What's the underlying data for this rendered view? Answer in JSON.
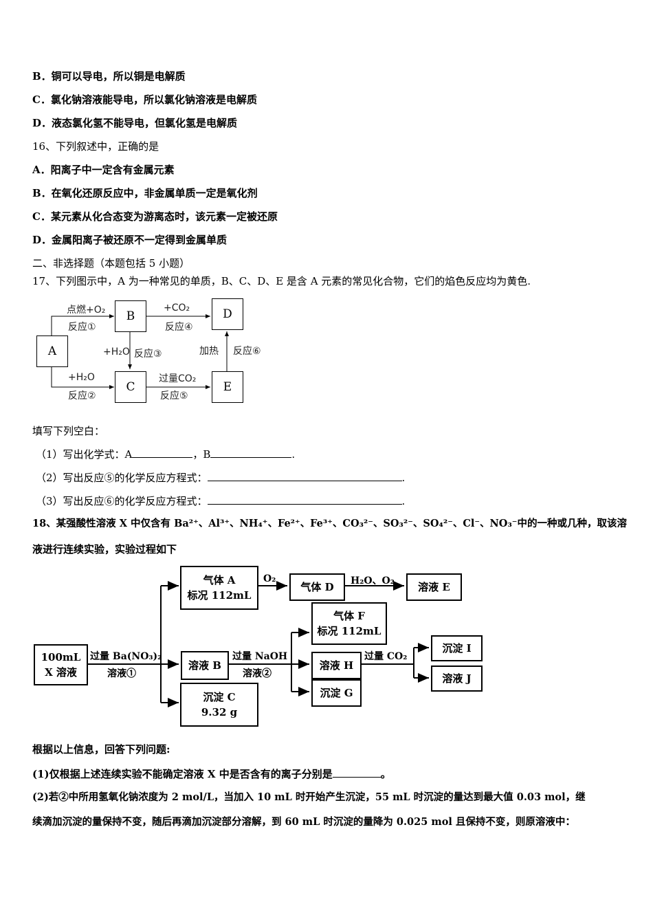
{
  "lines": {
    "q15_b": "B．铜可以导电，所以铜是电解质",
    "q15_c": "C．氯化钠溶液能导电，所以氯化钠溶液是电解质",
    "q15_d": "D．液态氯化氢不能导电，但氯化氢是电解质",
    "q16_stem": "16、下列叙述中，正确的是",
    "q16_a": "A．阳离子中一定含有金属元素",
    "q16_b": "B．在氧化还原反应中，非金属单质一定是氧化剂",
    "q16_c": "C．某元素从化合态变为游离态时，该元素一定被还原",
    "q16_d": "D．金属阳离子被还原不一定得到金属单质",
    "section2": "二、非选择题（本题包括 5 小题）",
    "q17_stem": "17、下列图示中，A 为一种常见的单质，B、C、D、E 是含 A 元素的常见化合物，它们的焰色反应均为黄色.",
    "fill_prompt": "填写下列空白：",
    "q17_1_a": "（1）写出化学式：A",
    "q17_1_b": "，B",
    "q17_1_end": ".",
    "q17_2": "（2）写出反应⑤的化学反应方程式：",
    "q17_2_end": ".",
    "q17_3": "（3）写出反应⑥的化学反应方程式：",
    "q17_3_end": ".",
    "q18_stem_1": "18、某强酸性溶液 X 中仅含有 Ba²⁺、Al³⁺、NH₄⁺、Fe²⁺、Fe³⁺、CO₃²⁻、SO₃²⁻、SO₄²⁻、Cl⁻、NO₃⁻中的一种或几种，取该溶",
    "q18_stem_2": "液进行连续实验，实验过程如下",
    "q18_prompt": "根据以上信息，回答下列问题:",
    "q18_1": "(1)仅根据上述连续实验不能确定溶液 X 中是否含有的离子分别是",
    "q18_1_end": "。",
    "q18_2_1": "(2)若②中所用氢氧化钠浓度为 2 mol/L，当加入 10 mL 时开始产生沉淀，55 mL 时沉淀的量达到最大值 0.03 mol，继",
    "q18_2_2": "续滴加沉淀的量保持不变，随后再滴加沉淀部分溶解，到 60 mL 时沉淀的量降为 0.025 mol 且保持不变，则原溶液中："
  },
  "diagram1": {
    "nodes": {
      "A": "A",
      "B": "B",
      "C": "C",
      "D": "D",
      "E": "E"
    },
    "labels": {
      "ab_top": "点燃+O₂",
      "ab_bot": "反应①",
      "ac_top": "+H₂O",
      "ac_bot": "反应②",
      "bc_left": "+H₂O",
      "bc_right": "反应③",
      "bd_top": "+CO₂",
      "bd_bot": "反应④",
      "ce_top": "过量CO₂",
      "ce_bot": "反应⑤",
      "ed_left": "加热",
      "ed_right": "反应⑥"
    }
  },
  "diagram2": {
    "nodes": {
      "x_1": "100mL",
      "x_2": "X 溶液",
      "gasA_1": "气体 A",
      "gasA_2": "标况 112mL",
      "gasD": "气体 D",
      "solE": "溶液 E",
      "solB": "溶液 B",
      "precC_1": "沉淀 C",
      "precC_2": "9.32 g",
      "gasF_1": "气体 F",
      "gasF_2": "标况 112mL",
      "solH": "溶液 H",
      "precG": "沉淀 G",
      "precI": "沉淀 I",
      "solJ": "溶液 J"
    },
    "labels": {
      "step1_top": "过量 Ba(NO₃)₂",
      "step1_bot": "溶液①",
      "o2": "O₂",
      "h2o_o2": "H₂O、O₂",
      "step2_top": "过量 NaOH",
      "step2_bot": "溶液②",
      "co2": "过量 CO₂"
    }
  }
}
